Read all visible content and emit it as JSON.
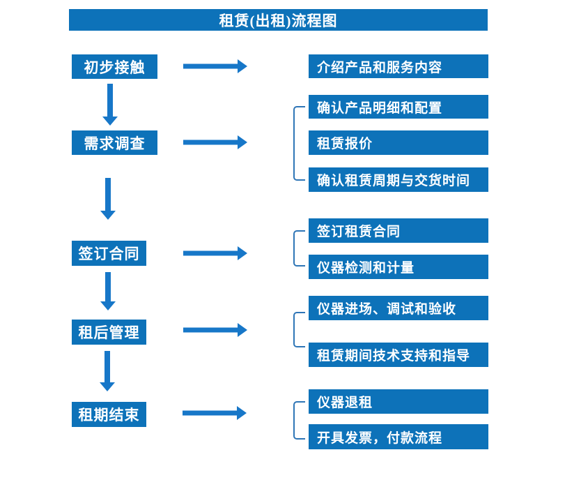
{
  "title": "租赁(出租)流程图",
  "colors": {
    "box_blue": "#0d72b9",
    "arrow_blue": "#1777c8",
    "bracket_blue": "#2e75b6",
    "text_white": "#ffffff"
  },
  "flow": {
    "steps": [
      {
        "label": "初步接触",
        "outputs": [
          "介绍产品和服务内容"
        ]
      },
      {
        "label": "需求调查",
        "outputs": [
          "确认产品明细和配置",
          "租赁报价",
          "确认租赁周期与交货时间"
        ]
      },
      {
        "label": "签订合同",
        "outputs": [
          "签订租赁合同",
          "仪器检测和计量"
        ]
      },
      {
        "label": "租后管理",
        "outputs": [
          "仪器进场、调试和验收",
          "租赁期间技术支持和指导"
        ]
      },
      {
        "label": "租期结束",
        "outputs": [
          "仪器退租",
          "开具发票，付款流程"
        ]
      }
    ]
  }
}
